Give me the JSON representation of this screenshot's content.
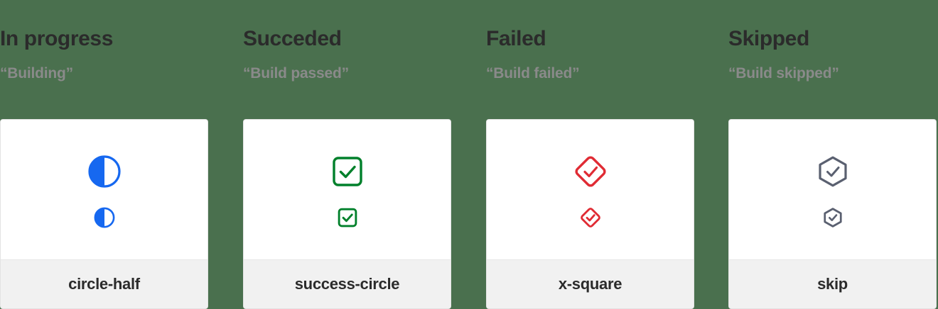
{
  "page": {
    "background_color": "#4a704e",
    "card_background": "#ffffff",
    "card_footer_background": "#f1f1f1"
  },
  "columns": [
    {
      "title": "In progress",
      "subtitle": "“Building”",
      "icon_name": "circle-half",
      "icon_label": "circle-half",
      "color": "#1668f0"
    },
    {
      "title": "Succeded",
      "subtitle": "“Build passed”",
      "icon_name": "success-circle",
      "icon_label": "success-circle",
      "color": "#00802b"
    },
    {
      "title": "Failed",
      "subtitle": "“Build failed”",
      "icon_name": "x-square",
      "icon_label": "x-square",
      "color": "#e02b34"
    },
    {
      "title": "Skipped",
      "subtitle": "“Build skipped”",
      "icon_name": "skip",
      "icon_label": "skip",
      "color": "#5a6070"
    }
  ]
}
